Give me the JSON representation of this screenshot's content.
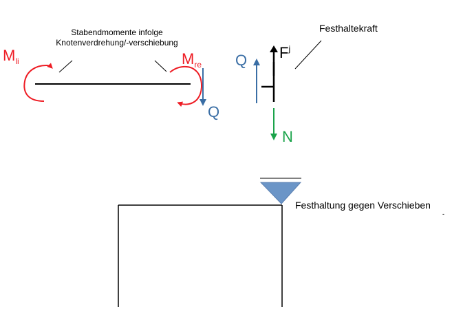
{
  "colors": {
    "red": "#ee1c24",
    "blue": "#3a6ea5",
    "green": "#1aa34a",
    "black": "#000000",
    "triangle": "#6b95c7"
  },
  "beam": {
    "caption_line1": "Stabendmomente infolge",
    "caption_line2": "Knotenverdrehung/-verschiebung",
    "moment_left": {
      "symbol": "M",
      "subscript": "li"
    },
    "moment_right": {
      "symbol": "M",
      "subscript": "re"
    },
    "shear_right": "Q"
  },
  "node": {
    "title": "Festhaltekraft",
    "force": {
      "symbol": "F",
      "superscript": "j"
    },
    "shear": "Q",
    "normal": "N"
  },
  "frame": {
    "support_label": "Festhaltung gegen Verschieben",
    "support_mark": "-"
  }
}
